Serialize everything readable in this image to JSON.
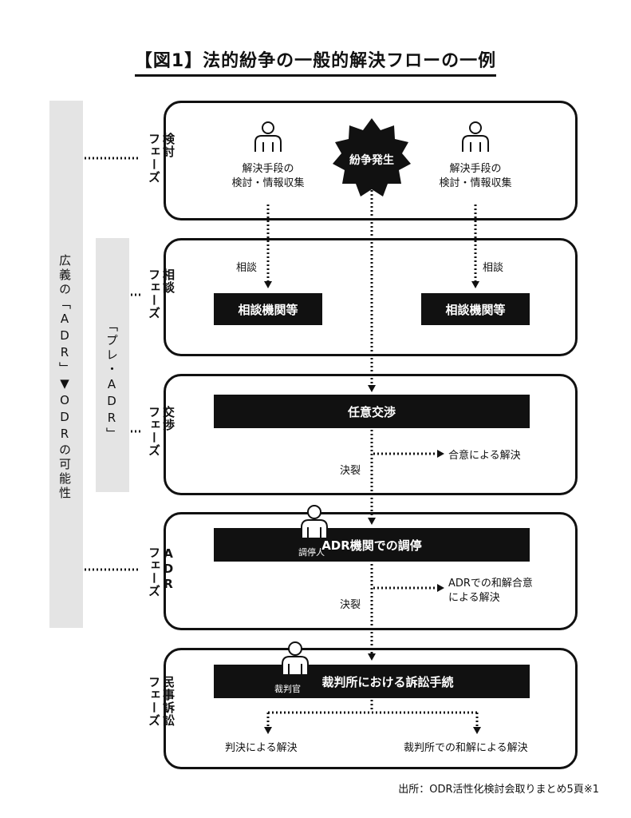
{
  "title": "【図1】法的紛争の一般的解決フローの一例",
  "side_labels": {
    "broad_adr": "広義の「ADR」▼ODRの可能性",
    "pre_adr": "「プレ・ADR」"
  },
  "phases": {
    "review": "検討\nフェーズ",
    "consult": "相談\nフェーズ",
    "negotiation": "交渉\nフェーズ",
    "adr": "ADR\nフェーズ",
    "litigation": "民事訴訟\nフェーズ"
  },
  "review": {
    "left_text_1": "解決手段の",
    "left_text_2": "検討・情報収集",
    "right_text_1": "解決手段の",
    "right_text_2": "検討・情報収集",
    "dispute": "紛争発生"
  },
  "consult": {
    "label_left": "相談",
    "label_right": "相談",
    "box_left": "相談機関等",
    "box_right": "相談機関等"
  },
  "negotiation": {
    "box": "任意交渉",
    "break_label": "決裂",
    "result": "合意による解決"
  },
  "adr": {
    "role": "調停人",
    "box": "ADR機関での調停",
    "break_label": "決裂",
    "result_1": "ADRでの和解合意",
    "result_2": "による解決"
  },
  "litigation": {
    "role": "裁判官",
    "box": "裁判所における訴訟手続",
    "result_left": "判決による解決",
    "result_right": "裁判所での和解による解決"
  },
  "source": "出所：ODR活性化検討会取りまとめ5頁※1",
  "colors": {
    "ink": "#111111",
    "side_bar": "#e4e4e4",
    "background": "#ffffff"
  }
}
